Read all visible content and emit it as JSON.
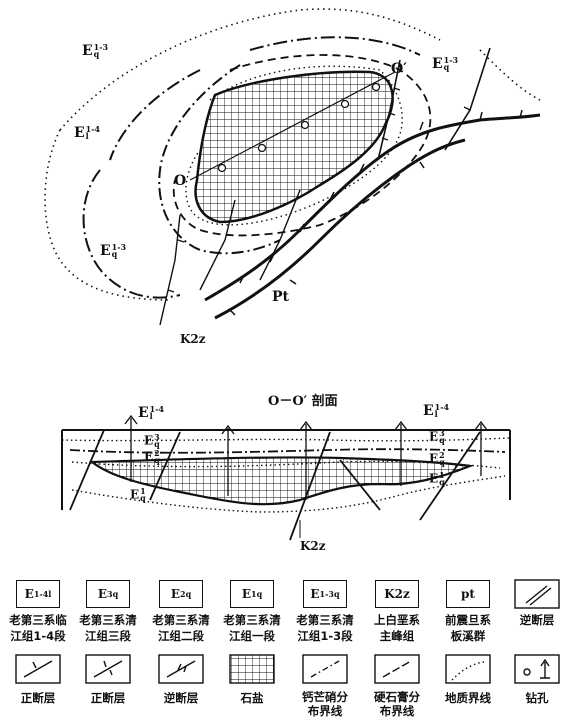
{
  "map": {
    "labels": {
      "eq13_nw": "E",
      "eq13_ne": "E",
      "eq13_sw": "E",
      "el14_w": "E",
      "point_o": "O",
      "point_o_prime": "O′",
      "pt": "Pt",
      "k2z": "K2z"
    }
  },
  "section": {
    "title": "O－O′ 剖面",
    "labels": {
      "el14_left": "E",
      "el14_right": "E",
      "eq3_left": "E",
      "eq2_left": "E",
      "eq1_left": "E",
      "eq3_right": "E",
      "eq2_right": "E",
      "eq1_right": "E",
      "k2z": "K2z"
    }
  },
  "legend": {
    "items": [
      {
        "symbol": "E",
        "sup": "1-4",
        "sub": "l",
        "line1": "老第三系临",
        "line2": "江组1-4段"
      },
      {
        "symbol": "E",
        "sup": "3",
        "sub": "q",
        "line1": "老第三系清",
        "line2": "江组三段"
      },
      {
        "symbol": "E",
        "sup": "2",
        "sub": "q",
        "line1": "老第三系清",
        "line2": "江组二段"
      },
      {
        "symbol": "E",
        "sup": "1",
        "sub": "q",
        "line1": "老第三系清",
        "line2": "江组一段"
      },
      {
        "symbol": "E",
        "sup": "1-3",
        "sub": "q",
        "line1": "老第三系清",
        "line2": "江组1-3段"
      },
      {
        "symbol": "K2z",
        "line1": "上白垩系",
        "line2": "主峰组"
      },
      {
        "symbol": "pt",
        "line1": "前震旦系",
        "line2": "板溪群"
      },
      {
        "icon": "reverse-fault",
        "line1": "逆断层"
      },
      {
        "icon": "normal-fault",
        "line1": "正断层"
      },
      {
        "icon": "normal-fault-2",
        "line1": "正断层"
      },
      {
        "icon": "reverse-fault-2",
        "line1": "逆断层"
      },
      {
        "icon": "rock-salt",
        "line1": "石盐"
      },
      {
        "icon": "glauberite-boundary",
        "line1": "钙芒硝分",
        "line2": "布界线"
      },
      {
        "icon": "gypsum-boundary",
        "line1": "硬石膏分",
        "line2": "布界线"
      },
      {
        "icon": "geologic-boundary",
        "line1": "地质界线"
      },
      {
        "icon": "borehole",
        "line1": "钻孔"
      }
    ]
  }
}
